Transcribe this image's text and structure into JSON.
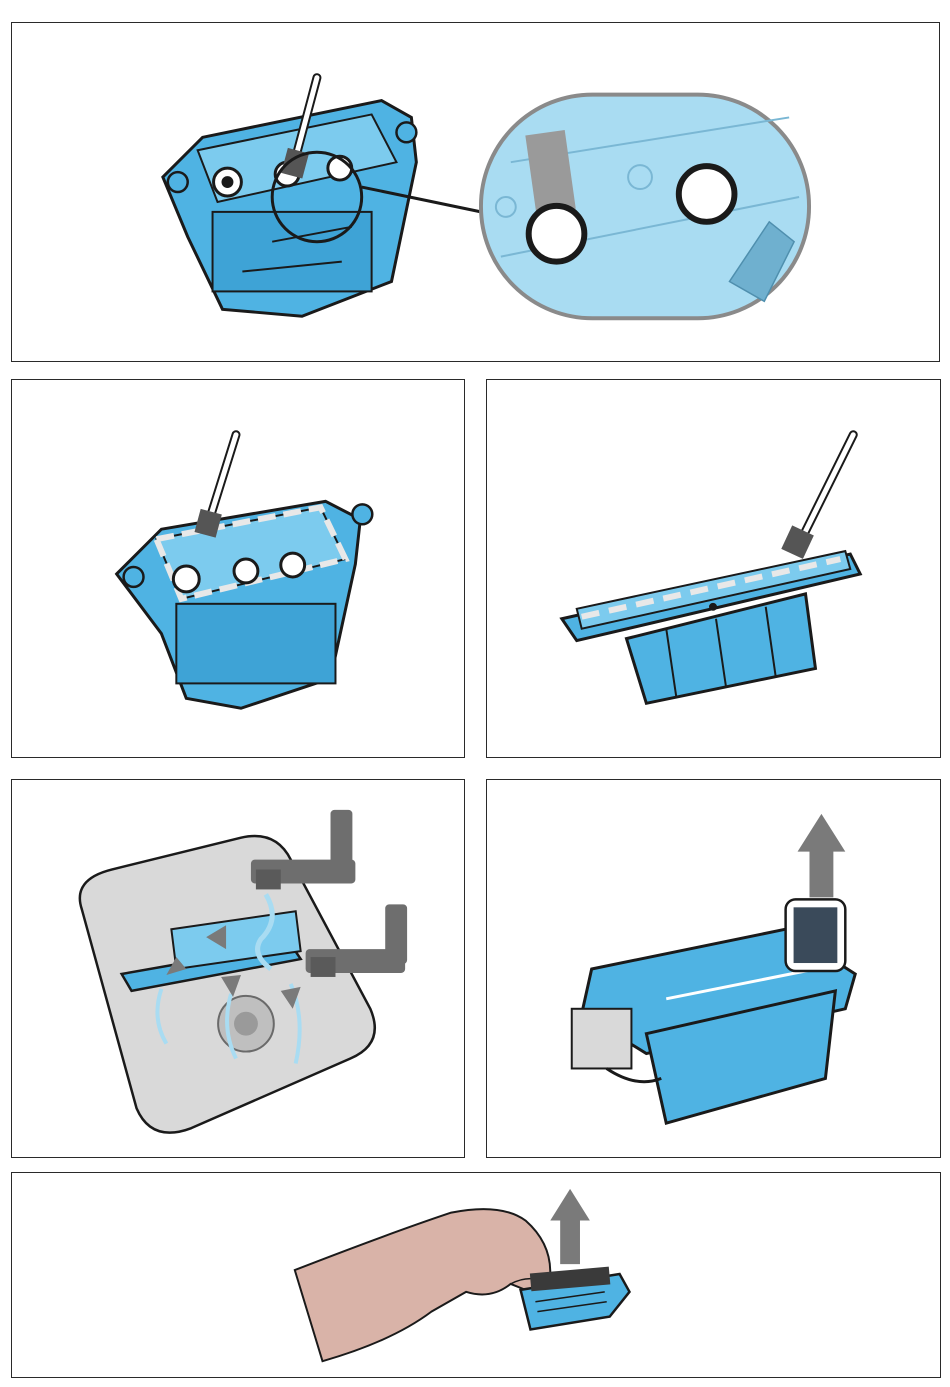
{
  "document": {
    "panel_count": 6
  },
  "panels": [
    {
      "name": "panel-clean-seals",
      "icon": "brush-with-magnified-seal-icon"
    },
    {
      "name": "panel-clean-upper-edge",
      "icon": "brush-cleaning-housing-icon"
    },
    {
      "name": "panel-clean-lid-edge",
      "icon": "brush-cleaning-lid-icon"
    },
    {
      "name": "panel-rinse-under-tap",
      "icon": "faucet-rinse-icon"
    },
    {
      "name": "panel-remove-filter",
      "icon": "filter-removal-arrow-icon"
    },
    {
      "name": "panel-pull-out-filter",
      "icon": "hand-pulling-filter-icon"
    }
  ],
  "colors": {
    "part_blue": "#4fb3e3",
    "part_blue_dark": "#1f7fb3",
    "outline": "#1a1a1a",
    "brush_handle": "#ffffff",
    "arrow_gray": "#7a7a7a",
    "faucet_gray": "#6e6e6e",
    "sink_gray": "#d9d9d9",
    "skin": "#d9b3a8",
    "water": "#a9dcf2"
  }
}
